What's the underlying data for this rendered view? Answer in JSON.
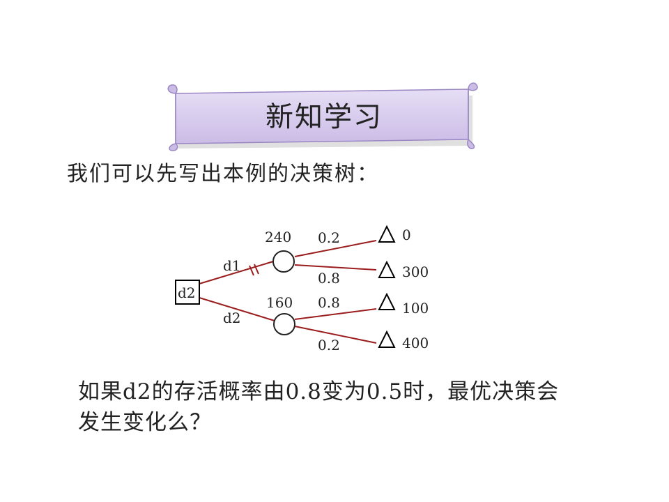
{
  "slide": {
    "title": "新知学习",
    "intro": "我们可以先写出本例的决策树：",
    "question_line1": "如果d2的存活概率由0.8变为0.5时，最优决策会",
    "question_line2": "发生变化么？"
  },
  "tree": {
    "decision_label": "d2",
    "branch_d1_label": "d1",
    "branch_d2_label": "d2",
    "chance_top_value": "240",
    "chance_bottom_value": "160",
    "prob_top_upper": "0.2",
    "prob_top_lower": "0.8",
    "prob_bottom_upper": "0.8",
    "prob_bottom_lower": "0.2",
    "outcome_1": "0",
    "outcome_2": "300",
    "outcome_3": "100",
    "outcome_4": "400"
  },
  "colors": {
    "branch_line": "#9b1c1c",
    "banner_fill": "#d9cdee",
    "banner_edge": "#9a86c2"
  }
}
